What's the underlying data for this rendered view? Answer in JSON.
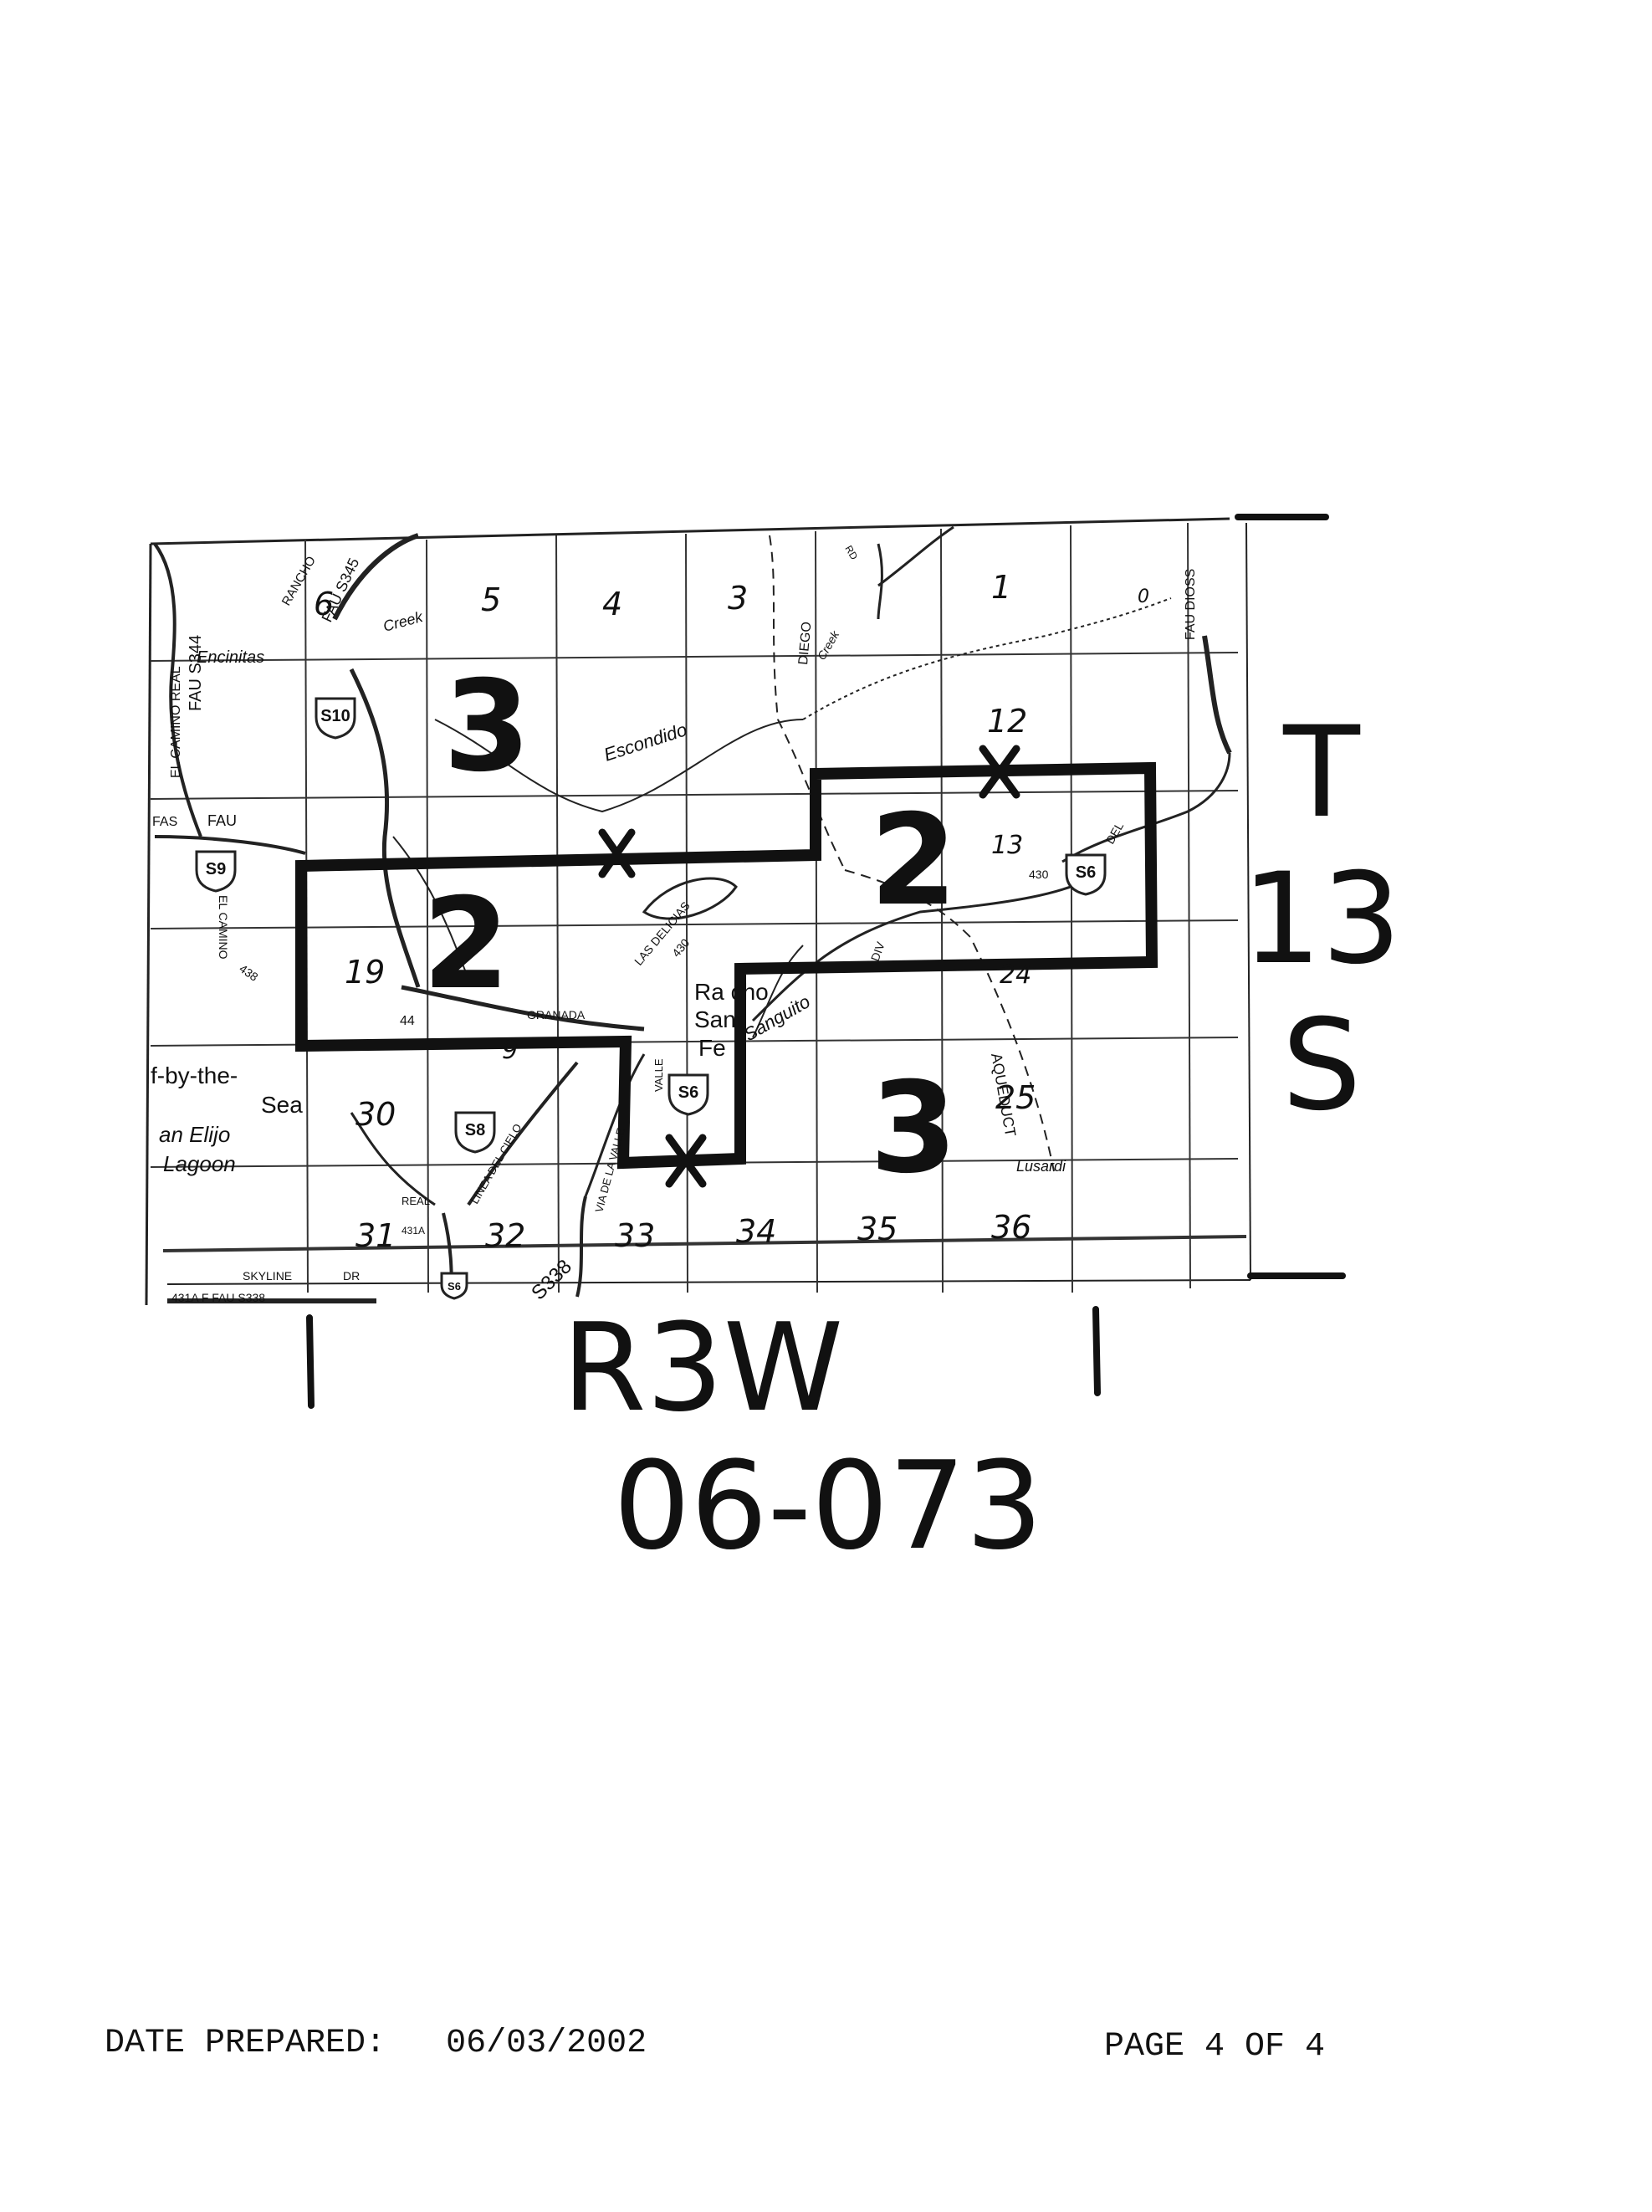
{
  "map": {
    "township": [
      "T",
      "13",
      "S"
    ],
    "range_label": "R3W",
    "map_code": "06-073",
    "zone_labels": [
      {
        "id": "3a",
        "text": "3"
      },
      {
        "id": "2a",
        "text": "2"
      },
      {
        "id": "2b",
        "text": "2"
      },
      {
        "id": "3b",
        "text": "3"
      }
    ],
    "section_numbers": {
      "top": [
        "6",
        "5",
        "4",
        "3",
        "1",
        "0"
      ],
      "right": [
        "12",
        "13",
        "24",
        "25"
      ],
      "left": [
        "19",
        "30"
      ],
      "bottom": [
        "31",
        "32",
        "33",
        "34",
        "35",
        "36"
      ],
      "other": [
        "9"
      ]
    },
    "place_labels": {
      "encinitas": "Encinitas",
      "el_camino_real": "EL CAMINO REAL",
      "fau_s344": "FAU S344",
      "rancho": "RANCHO",
      "fau_s345": "FAU S345",
      "creek": "Creek",
      "escondido": "Escondido",
      "fau_left": "FAU",
      "cardiff": "f-by-the-",
      "sea": "Sea",
      "san_elijo": "an Elijo",
      "lagoon": "Lagoon",
      "rancho_santa_fe_1": "Ra cho",
      "rancho_santa_fe_2": "Sant",
      "rancho_santa_fe_3": "Fe",
      "sanguito": "Sanguito",
      "aqueduct": "AQUEDUCT",
      "lusardi": "Lusardi",
      "granada": "GRANADA",
      "las_delicias": "LAS DELICIAS",
      "del": "DEL",
      "diego": "DIEGO",
      "creek_right": "Creek",
      "road_430": "430",
      "road_430b": "430",
      "road_438": "438",
      "road_44": "44",
      "road_431a": "431A",
      "linea_del_cielo": "LINEA DEL CIELO",
      "real": "REAL",
      "via_de_la_valle": "VIA DE LA VALLE",
      "valle": "VALLE",
      "skyline": "SKYLINE",
      "dr": "DR",
      "fau_s338": "431A F FAU S338",
      "s338": "S338",
      "el_camino_left": "EL CAMINO",
      "fas": "FAS",
      "fau_dios": "FAU DIOSS",
      "rd": "RD",
      "div": "DIV"
    },
    "shields": [
      "S10",
      "S9",
      "S8",
      "S6",
      "S6",
      "S6"
    ]
  },
  "footer": {
    "date_label": "DATE PREPARED:",
    "date_value": "06/03/2002",
    "page": "PAGE 4 OF 4"
  }
}
